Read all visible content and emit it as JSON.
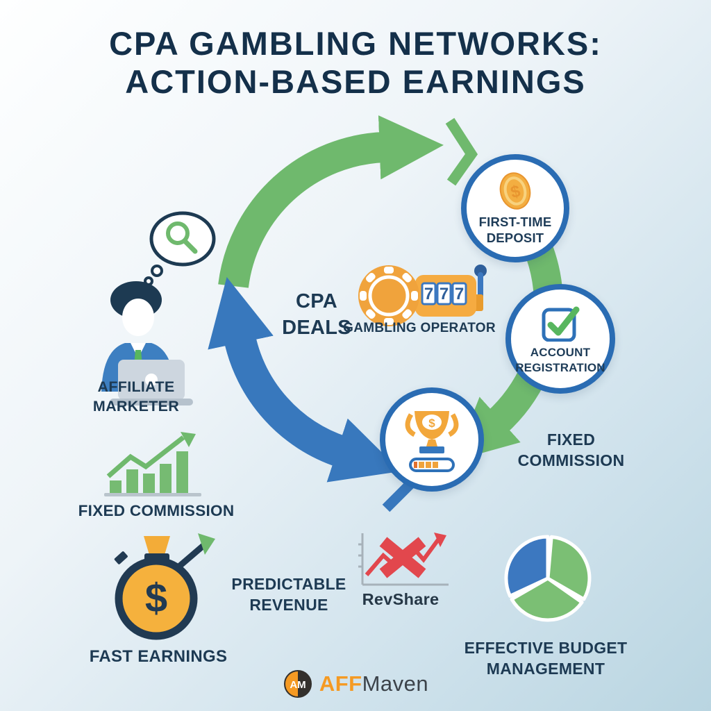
{
  "title": {
    "line1": "CPA GAMBLING NETWORKS:",
    "line2": "ACTION-BASED EARNINGS"
  },
  "colors": {
    "green_arrow": "#6fb96d",
    "blue_arrow": "#3878bd",
    "circle_border": "#2a6cb3",
    "navy_text": "#1d3a53",
    "gold": "#f3ac38",
    "slot_blue": "#3c78c0",
    "red": "#e2474d",
    "logo_orange": "#f59a23"
  },
  "cycle": {
    "cpa_deals": {
      "line1": "CPA",
      "line2": "DEALS"
    },
    "gambling_operator": {
      "label": "GAMBLING OPERATOR",
      "slot_digits": [
        "7",
        "7",
        "7"
      ]
    },
    "first_time_deposit": {
      "line1": "FIRST-TIME",
      "line2": "DEPOSIT",
      "coin_symbol": "$"
    },
    "account_registration": {
      "line1": "ACCOUNT",
      "line2": "REGISTRATION"
    },
    "reward": {
      "trophy_symbol": "$"
    },
    "fixed_commission": {
      "line1": "FIXED",
      "line2": "COMMISSION"
    }
  },
  "benefits": {
    "affiliate_marketer": {
      "line1": "AFFILIATE",
      "line2": "MARKETER"
    },
    "fixed_commission": {
      "label": "FIXED COMMISSION"
    },
    "fast_earnings": {
      "label": "FAST EARNINGS",
      "bag_symbol": "$"
    },
    "predictable_revenue": {
      "line1": "PREDICTABLE",
      "line2": "REVENUE"
    },
    "revshare": {
      "label": "RevShare"
    },
    "effective_budget": {
      "line1": "EFFECTIVE BUDGET",
      "line2": "MANAGEMENT"
    }
  },
  "footer": {
    "monogram": "AM",
    "brand_bold": "AFF",
    "brand_regular": "Maven"
  },
  "icons": {
    "coin": "gold-dollar-coin",
    "checkbox": "green-check-in-blue-box",
    "trophy": "gold-trophy-with-progress-bar",
    "casino_chip": "orange-casino-chip",
    "slot_machine": "slot-machine-777-with-lever",
    "thought_bubble": "thought-bubble-with-magnifier",
    "person": "marketer-at-laptop",
    "bar_chart": "green-growth-bar-chart",
    "stopwatch_money": "money-stopwatch-with-arrow",
    "crossed_line_chart": "red-line-chart-crossed-out",
    "pie_chart": "blue-green-pie-chart"
  }
}
